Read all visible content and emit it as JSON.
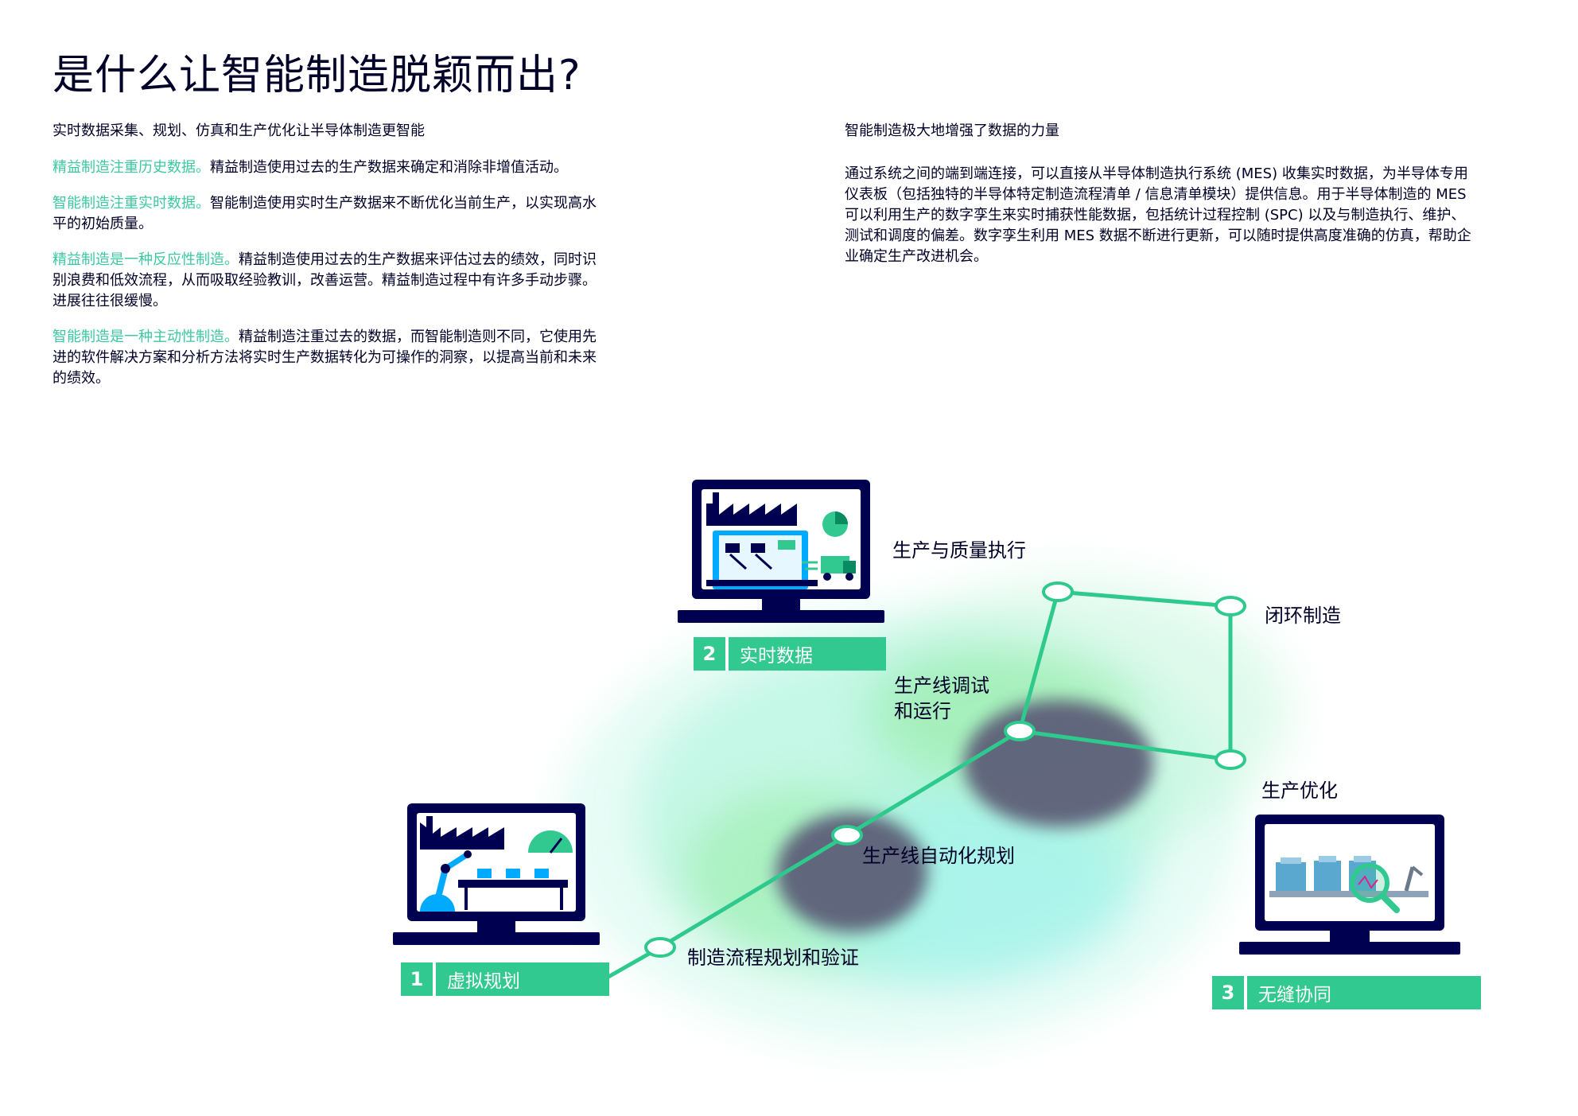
{
  "title": "是什么让智能制造脱颖而出?",
  "left": {
    "subtitle": "实时数据采集、规划、仿真和生产优化让半导体制造更智能",
    "paragraphs": [
      {
        "highlight": "精益制造注重历史数据。",
        "text": "精益制造使用过去的生产数据来确定和消除非增值活动。"
      },
      {
        "highlight": "智能制造注重实时数据。",
        "text": "智能制造使用实时生产数据来不断优化当前生产，以实现高水平的初始质量。"
      },
      {
        "highlight": "精益制造是一种反应性制造。",
        "text": "精益制造使用过去的生产数据来评估过去的绩效，同时识别浪费和低效流程，从而吸取经验教训，改善运营。精益制造过程中有许多手动步骤。进展往往很缓慢。"
      },
      {
        "highlight": "智能制造是一种主动性制造。",
        "text": "精益制造注重过去的数据，而智能制造则不同，它使用先进的软件解决方案和分析方法将实时生产数据转化为可操作的洞察，以提高当前和未来的绩效。"
      }
    ]
  },
  "right": {
    "subtitle": "智能制造极大地增强了数据的力量",
    "paragraph": "通过系统之间的端到端连接，可以直接从半导体制造执行系统 (MES) 收集实时数据，为半导体专用仪表板（包括独特的半导体特定制造流程清单 / 信息清单模块）提供信息。用于半导体制造的 MES 可以利用生产的数字孪生来实时捕获性能数据，包括统计过程控制 (SPC) 以及与制造执行、维护、测试和调度的偏差。数字孪生利用 MES 数据不断进行更新，可以随时提供高度准确的仿真，帮助企业确定生产改进机会。"
  },
  "steps": [
    {
      "number": "1",
      "label": "虚拟规划"
    },
    {
      "number": "2",
      "label": "实时数据"
    },
    {
      "number": "3",
      "label": "无缝协同"
    }
  ],
  "nodes": {
    "process_planning": "制造流程规划和验证",
    "line_automation": "生产线自动化规划",
    "commissioning_line1": "生产线调试",
    "commissioning_line2": "和运行",
    "quality_execution": "生产与质量执行",
    "closed_loop": "闭环制造",
    "optimization": "生产优化"
  },
  "colors": {
    "accent": "#31c98f",
    "highlight_text": "#3cc8a0",
    "navy": "#000050",
    "line": "#2ec98c"
  }
}
